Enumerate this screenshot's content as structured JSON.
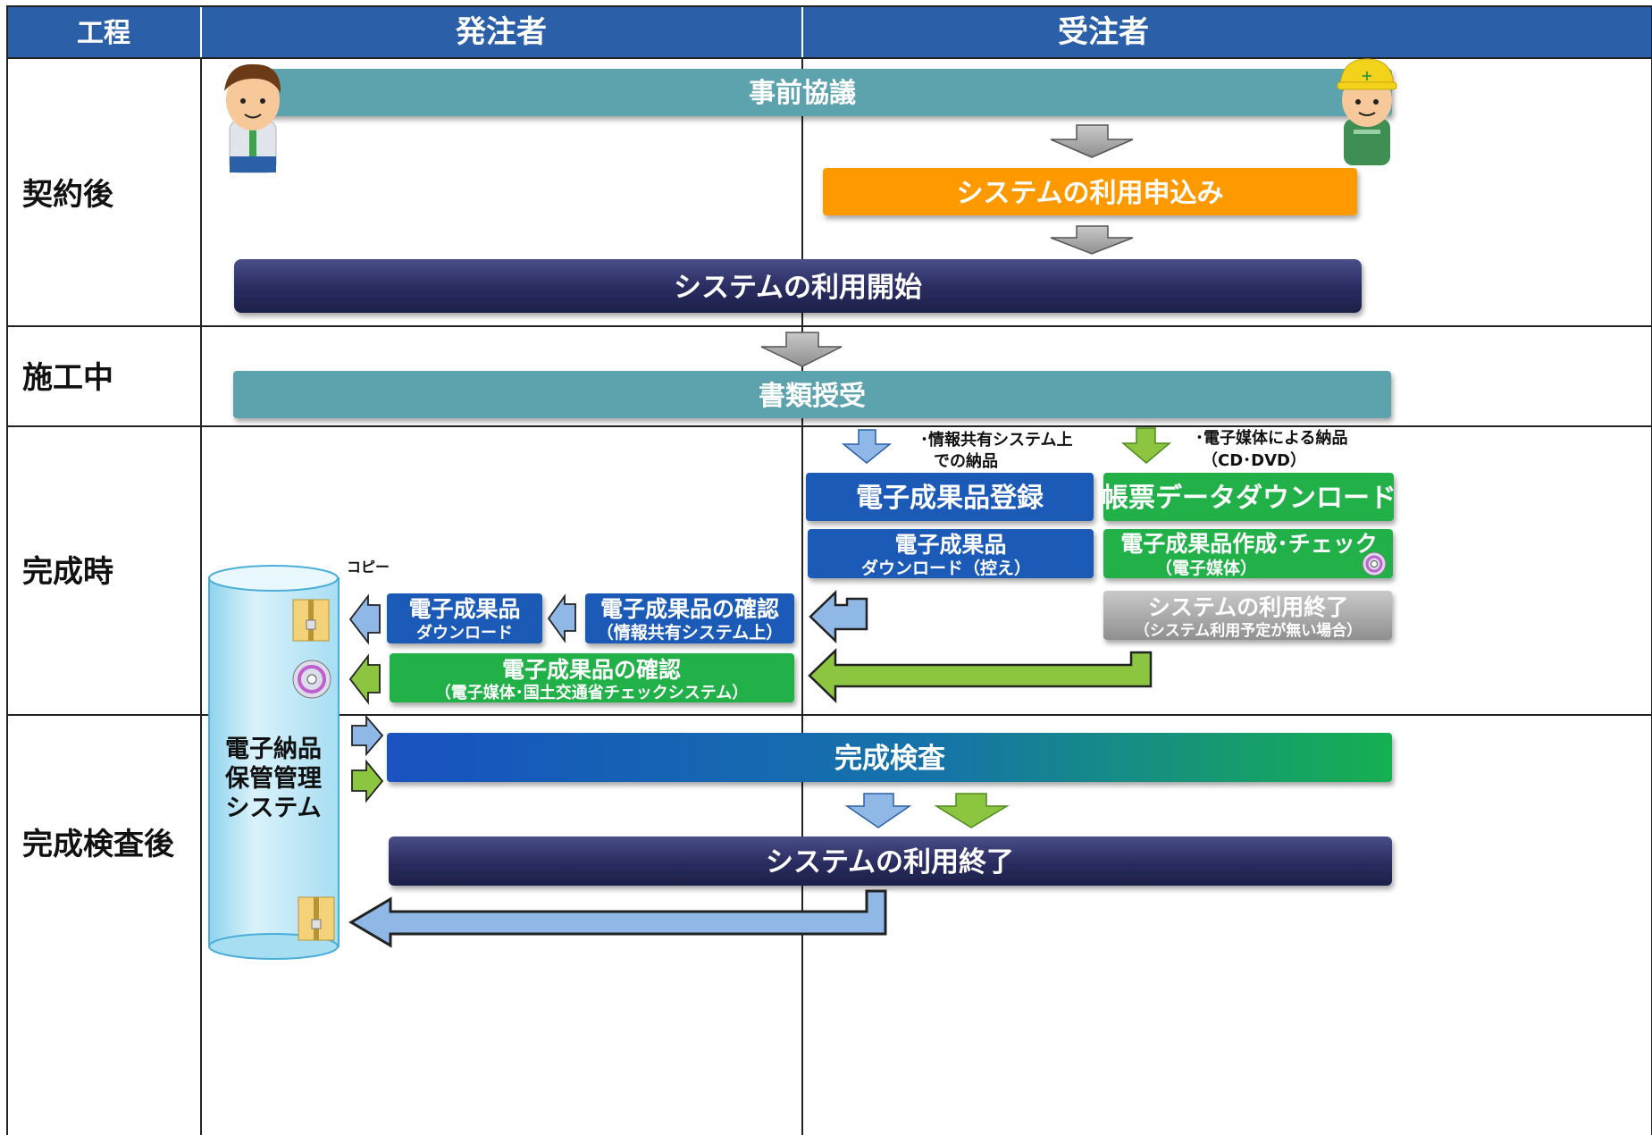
{
  "header": {
    "process": "工程",
    "orderer": "発注者",
    "contractor": "受注者"
  },
  "phases": {
    "after_contract": "契約後",
    "during_construction": "施工中",
    "at_completion": "完成時",
    "after_inspection": "完成検査後"
  },
  "boxes": {
    "prior_consultation": "事前協議",
    "system_application": "システムの利用申込み",
    "system_start": "システムの利用開始",
    "document_exchange": "書類授受",
    "register_deliverables": "電子成果品登録",
    "form_download": "帳票データダウンロード",
    "deliverable_download_title": "電子成果品",
    "deliverable_download_sub": "ダウンロード（控え）",
    "create_check_title": "電子成果品作成･チェック",
    "create_check_sub": "（電子媒体）",
    "system_end_title": "システムの利用終了",
    "system_end_sub": "（システム利用予定が無い場合）",
    "orderer_deliverable_title": "電子成果品",
    "orderer_deliverable_sub": "ダウンロード",
    "confirm_online_title": "電子成果品の確認",
    "confirm_online_sub": "（情報共有システム上）",
    "confirm_media_title": "電子成果品の確認",
    "confirm_media_sub": "（電子媒体･国土交通省チェックシステム）",
    "completion_inspection": "完成検査",
    "system_end_final": "システムの利用終了"
  },
  "notes": {
    "online_delivery_line1": "･情報共有システム上",
    "online_delivery_line2": "での納品",
    "media_delivery_line1": "･電子媒体による納品",
    "media_delivery_line2": "（CD･DVD）",
    "copy": "コピー"
  },
  "storage": {
    "line1": "電子納品",
    "line2": "保管管理",
    "line3": "システム"
  },
  "colors": {
    "header_bg": "#2b5fa8",
    "teal": "#5ba3ae",
    "orange": "#ff9900",
    "navy": "#2a2d5c",
    "blue": "#1a5ab8",
    "green": "#22b04a",
    "gray": "#a6a6a6",
    "arrow_blue": "#8fb8e6",
    "arrow_green": "#8cc540",
    "arrow_gray": "#b0b0b0",
    "cylinder": "#bfe6f5"
  }
}
